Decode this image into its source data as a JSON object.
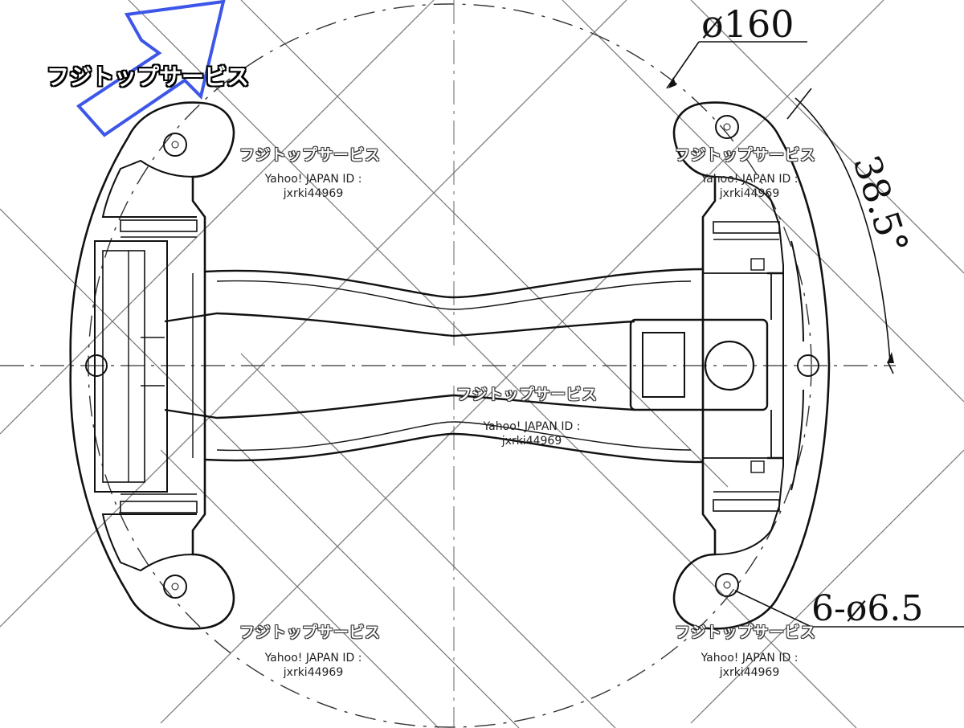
{
  "brand": {
    "name": "フジトップサービス",
    "arrow_color": "#3d56e8"
  },
  "dimensions": {
    "diameter": "ø160",
    "angle": "38.5°",
    "holes": "6-ø6.5"
  },
  "watermarks": [
    {
      "title": "フジトップサービス",
      "id_label": "Yahoo! JAPAN ID :",
      "id_value": "jxrki44969"
    },
    {
      "title": "フジトップサービス",
      "id_label": "Yahoo! JAPAN ID :",
      "id_value": "jxrki44969"
    },
    {
      "title": "フジトップサービス",
      "id_label": "Yahoo! JAPAN ID :",
      "id_value": "jxrki44969"
    },
    {
      "title": "フジトップサービス",
      "id_label": "Yahoo! JAPAN ID :",
      "id_value": "jxrki44969"
    },
    {
      "title": "フジトップサービス",
      "id_label": "Yahoo! JAPAN ID :",
      "id_value": "jxrki44969"
    }
  ]
}
